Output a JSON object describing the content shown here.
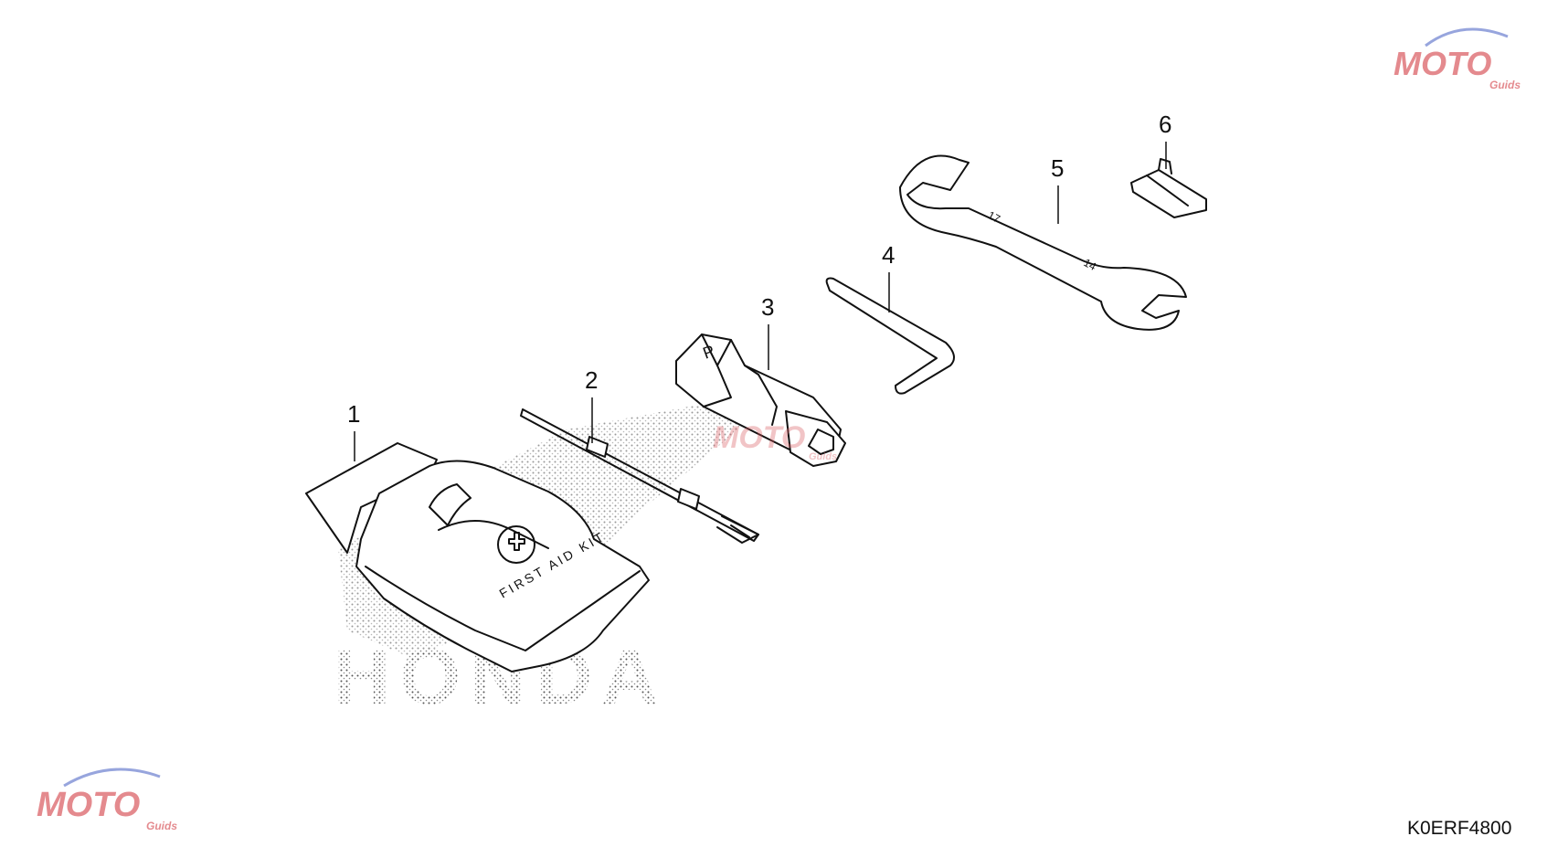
{
  "diagram_code": "K0ERF4800",
  "parts": [
    {
      "callout": "1"
    },
    {
      "callout": "2"
    },
    {
      "callout": "3"
    },
    {
      "callout": "4"
    },
    {
      "callout": "5"
    },
    {
      "callout": "6"
    }
  ],
  "first_aid_kit_label": "FIRST AID KIT",
  "socket_letter": "P",
  "wrench_sizes": [
    "17",
    "14"
  ],
  "background_brand": "HONDA",
  "watermark": {
    "text": "MOTO",
    "subtext": "Guids"
  },
  "colors": {
    "line": "#111111",
    "watermark_red": "#d9595f",
    "watermark_blue": "#6c7fd0"
  }
}
